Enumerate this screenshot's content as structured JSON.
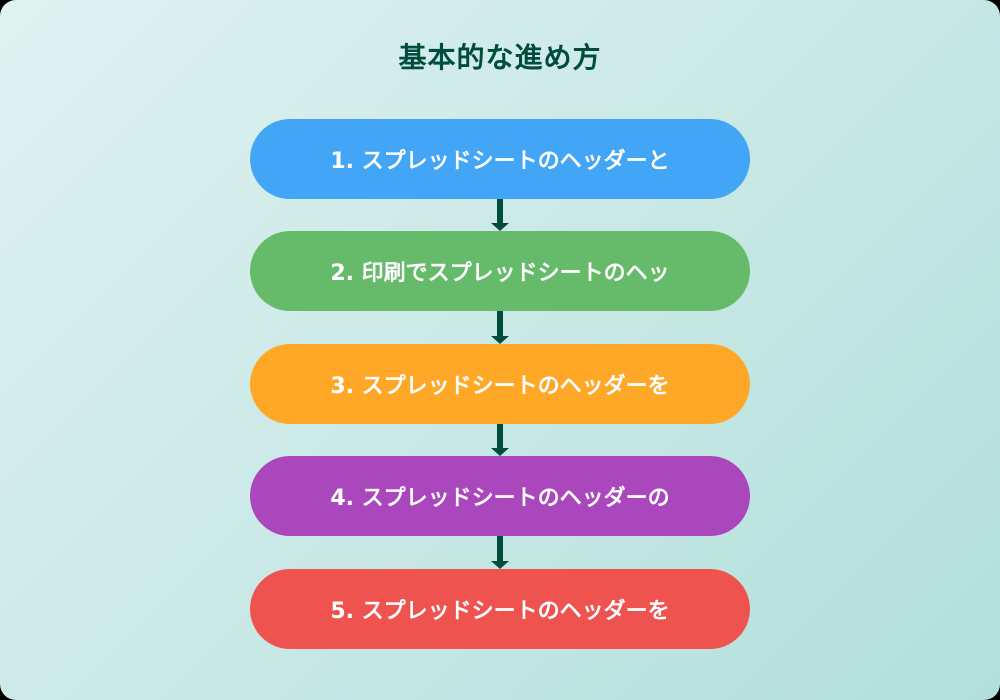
{
  "title": "基本的な進め方",
  "steps": [
    {
      "label": "1. スプレッドシートのヘッダーと",
      "color": "#42a5f5"
    },
    {
      "label": "2. 印刷でスプレッドシートのヘッ",
      "color": "#66bb6a"
    },
    {
      "label": "3. スプレッドシートのヘッダーを",
      "color": "#ffa726"
    },
    {
      "label": "4. スプレッドシートのヘッダーの",
      "color": "#ab47bc"
    },
    {
      "label": "5. スプレッドシートのヘッダーを",
      "color": "#ef5350"
    }
  ],
  "arrow_color": "#004d40"
}
